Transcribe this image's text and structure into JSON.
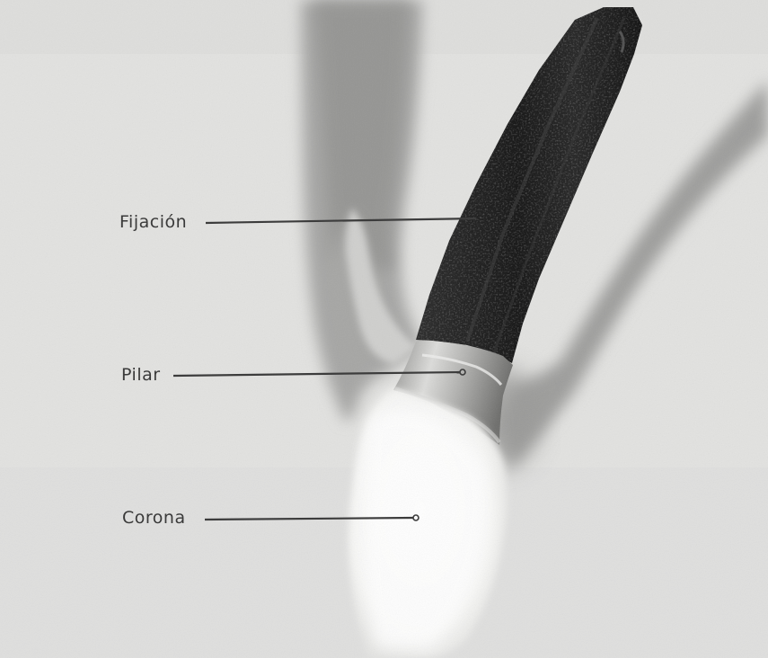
{
  "labels": {
    "fijacion": "Fijación",
    "pilar": "Pilar",
    "corona": "Corona"
  },
  "colors": {
    "background": "#e2e2e0",
    "bone_shadow": "#9f9f9d",
    "implant_dark": "#1c1c1c",
    "abutment_metal": "#b9b9b7",
    "crown_white": "#f4f4f2",
    "leader_line": "#3c3c3c"
  }
}
